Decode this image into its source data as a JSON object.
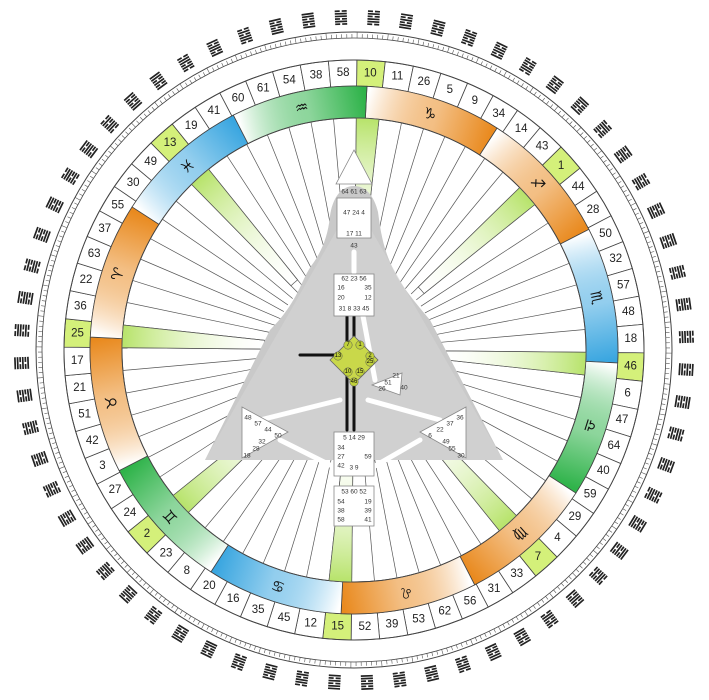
{
  "wheel": {
    "gates": [
      "10",
      "11",
      "26",
      "5",
      "9",
      "34",
      "14",
      "43",
      "1",
      "44",
      "28",
      "50",
      "32",
      "57",
      "48",
      "18",
      "46",
      "6",
      "47",
      "64",
      "40",
      "59",
      "29",
      "4",
      "7",
      "33",
      "31",
      "56",
      "62",
      "53",
      "39",
      "52",
      "15",
      "12",
      "45",
      "35",
      "16",
      "20",
      "8",
      "23",
      "2",
      "24",
      "27",
      "3",
      "42",
      "51",
      "21",
      "17",
      "25",
      "36",
      "22",
      "63",
      "37",
      "55",
      "30",
      "49",
      "13",
      "19",
      "41",
      "60",
      "61",
      "54",
      "38",
      "58"
    ],
    "highlighted_gates": [
      "10",
      "1",
      "46",
      "7",
      "15",
      "2",
      "25",
      "13"
    ],
    "sign_glyphs": [
      "♑",
      "♐",
      "♏",
      "♎",
      "♍",
      "♌",
      "♋",
      "♊",
      "♉",
      "♈",
      "♓",
      "♒"
    ],
    "colors": {
      "highlight_cell": "#d4f07a",
      "sector_green": "#b7e36a",
      "orange": "#e98a1f",
      "blue": "#3aa6e0",
      "green": "#2fb34a",
      "ring_line": "#444444",
      "body_gray": "#c8c8c8",
      "center_yellow": "#c9d84a"
    }
  },
  "bodygraph": {
    "head_gates": "64 61 63",
    "ajna_top": "47 24 4",
    "ajna_bottom": "17 11",
    "ajna_single": "43",
    "throat_row1": "62 23 56",
    "throat_left1": "16",
    "throat_right1": "35",
    "throat_left2": "20",
    "throat_right2": "12",
    "throat_row3": "31 8 33 45",
    "g_gates": [
      "7",
      "1",
      "13",
      "10",
      "15",
      "2",
      "46",
      "25"
    ],
    "heart_gates": [
      "21",
      "51",
      "26",
      "40"
    ],
    "spleen_gates": [
      "48",
      "57",
      "44",
      "50",
      "32",
      "28",
      "18"
    ],
    "sacral_row1": "5 14 29",
    "sacral_left": [
      "34",
      "27",
      "42"
    ],
    "sacral_right": [
      "59"
    ],
    "sacral_bottom": "3 9",
    "solar_gates": [
      "36",
      "37",
      "22",
      "6",
      "49",
      "55",
      "30"
    ],
    "root_row1": "53 60 52",
    "root_left": [
      "54",
      "38",
      "58"
    ],
    "root_right": [
      "19",
      "39",
      "41"
    ]
  }
}
